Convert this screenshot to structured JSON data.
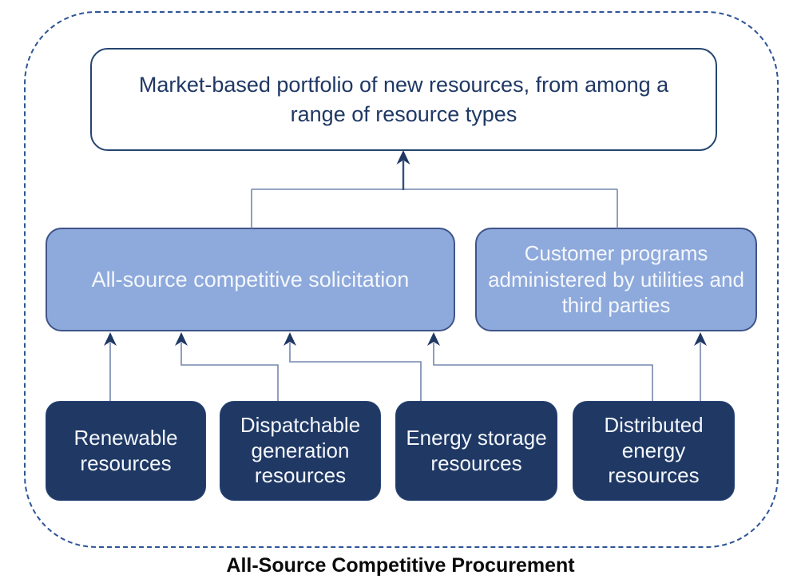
{
  "diagram": {
    "type": "flowchart",
    "caption": "All-Source Competitive Procurement",
    "top_box": {
      "label": "Market-based portfolio of new resources, from among a range of resource types"
    },
    "middle_boxes": [
      {
        "id": "all-source-solicitation",
        "label": "All-source competitive solicitation"
      },
      {
        "id": "customer-programs",
        "label": "Customer programs administered by utilities and third parties"
      }
    ],
    "bottom_boxes": [
      {
        "id": "renewable",
        "label": "Renewable resources"
      },
      {
        "id": "dispatchable",
        "label": "Dispatchable generation resources"
      },
      {
        "id": "energy-storage",
        "label": "Energy storage resources"
      },
      {
        "id": "distributed",
        "label": "Distributed energy resources"
      }
    ],
    "connections": [
      {
        "from": "all-source-solicitation",
        "to": "top_box"
      },
      {
        "from": "customer-programs",
        "to": "top_box"
      },
      {
        "from": "renewable",
        "to": "all-source-solicitation"
      },
      {
        "from": "dispatchable",
        "to": "all-source-solicitation"
      },
      {
        "from": "energy-storage",
        "to": "all-source-solicitation"
      },
      {
        "from": "distributed",
        "to": "all-source-solicitation"
      },
      {
        "from": "distributed",
        "to": "customer-programs"
      }
    ],
    "colors": {
      "dark_navy_box": "#1f3864",
      "light_blue_box": "#8ea9db",
      "light_blue_border": "#3f5489",
      "top_box_border": "#24456e",
      "top_box_text": "#1f3864",
      "box_text_light": "#f4f7fc",
      "connector_line": "#7487ad",
      "arrowhead": "#1f3864",
      "dashed_frame": "#2e5597",
      "caption_text": "#0a0a0a",
      "background": "#ffffff"
    }
  }
}
